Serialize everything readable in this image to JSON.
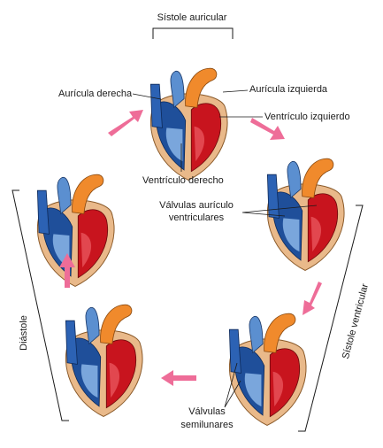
{
  "labels": {
    "sistole_auricular": "Sístole auricular",
    "auricula_derecha": "Aurícula derecha",
    "auricula_izquierda": "Aurícula izquierda",
    "ventriculo_izquierdo": "Ventrículo izquierdo",
    "ventriculo_derecho": "Ventrículo derecho",
    "valvulas_av_line1": "Válvulas aurículo",
    "valvulas_av_line2": "ventriculares",
    "sistole_ventricular": "Sístole ventricular",
    "diastole": "Diástole",
    "valvulas_sl_line1": "Válvulas",
    "valvulas_sl_line2": "semilunares"
  },
  "colors": {
    "oxygenated": "#c8141e",
    "deoxygenated": "#1f4f9a",
    "aorta_orange": "#f08a2c",
    "pulmonary_blue": "#5b8fd0",
    "muscle": "#e9b98a",
    "arrow_pink": "#f07aa0"
  }
}
